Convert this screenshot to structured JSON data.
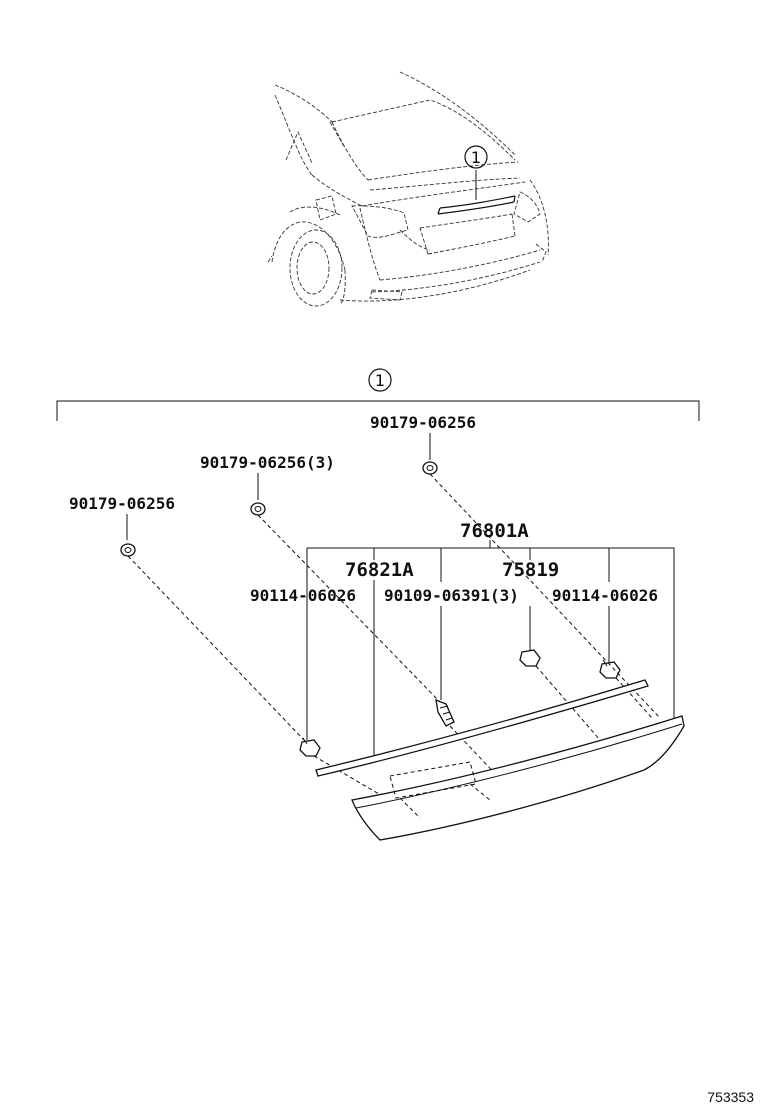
{
  "callouts": {
    "car_marker": "1",
    "assembly_marker": "1"
  },
  "labels": {
    "nut_top": "90179-06256",
    "nut_mid": "90179-06256(3)",
    "nut_left": "90179-06256",
    "assembly": "76801A",
    "garnish": "76821A",
    "emblem": "75819",
    "clip_left": "90114-06026",
    "bolt_mid": "90109-06391(3)",
    "clip_right": "90114-06026"
  },
  "footer": {
    "diagram_id": "753353"
  }
}
